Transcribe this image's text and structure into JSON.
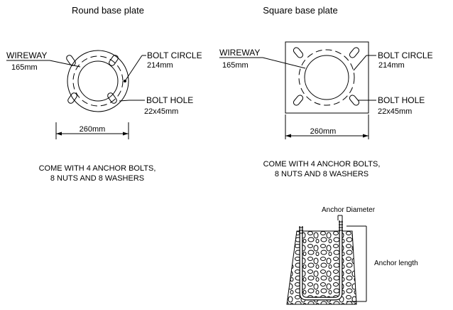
{
  "round": {
    "title": "Round  base plate",
    "wireway_label": "WIREWAY",
    "wireway_value": "165mm",
    "bolt_circle_label": "BOLT CIRCLE",
    "bolt_circle_value": "214mm",
    "bolt_hole_label": "BOLT HOLE",
    "bolt_hole_value": "22x45mm",
    "width_value": "260mm",
    "note_line1": "COME WITH 4 ANCHOR BOLTS,",
    "note_line2": "8 NUTS AND 8 WASHERS"
  },
  "square": {
    "title": "Square  base plate",
    "wireway_label": "WIREWAY",
    "wireway_value": "165mm",
    "bolt_circle_label": "BOLT CIRCLE",
    "bolt_circle_value": "214mm",
    "bolt_hole_label": "BOLT HOLE",
    "bolt_hole_value": "22x45mm",
    "width_value": "260mm",
    "note_line1": "COME WITH 4 ANCHOR BOLTS,",
    "note_line2": "8 NUTS AND 8 WASHERS"
  },
  "anchor": {
    "diameter_label": "Anchor Diameter",
    "length_label": "Anchor length"
  }
}
